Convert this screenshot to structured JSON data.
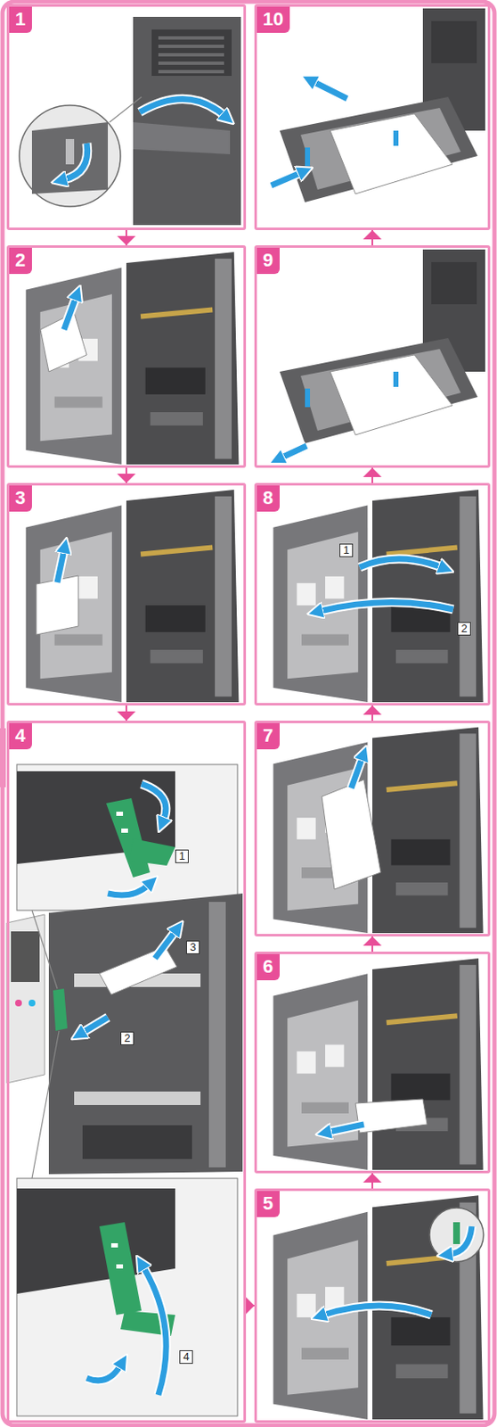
{
  "diagram": {
    "nodes": [
      {
        "text": [
          "1"
        ]
      },
      {
        "text": [
          "2"
        ]
      },
      {
        "text": [
          "3"
        ]
      },
      {
        "text": [
          "4"
        ]
      },
      {
        "text": [
          "5"
        ]
      },
      {
        "text": [
          "6"
        ]
      },
      {
        "text": [
          "7"
        ]
      },
      {
        "text": [
          "8"
        ]
      },
      {
        "text": [
          "9"
        ]
      },
      {
        "text": [
          "10"
        ]
      }
    ],
    "edges": [
      {
        "from": 0,
        "to": 1,
        "arrow": "to"
      },
      {
        "from": 1,
        "to": 2,
        "arrow": "to"
      },
      {
        "from": 2,
        "to": 3,
        "arrow": "to"
      },
      {
        "from": 3,
        "to": 4,
        "arrow": "to"
      },
      {
        "from": 4,
        "to": 5,
        "arrow": "to"
      },
      {
        "from": 5,
        "to": 6,
        "arrow": "to"
      },
      {
        "from": 6,
        "to": 7,
        "arrow": "to"
      },
      {
        "from": 7,
        "to": 8,
        "arrow": "to"
      },
      {
        "from": 8,
        "to": 9,
        "arrow": "to"
      }
    ],
    "labels": [
      "1",
      "2",
      "3",
      "4",
      "1",
      "2"
    ]
  }
}
